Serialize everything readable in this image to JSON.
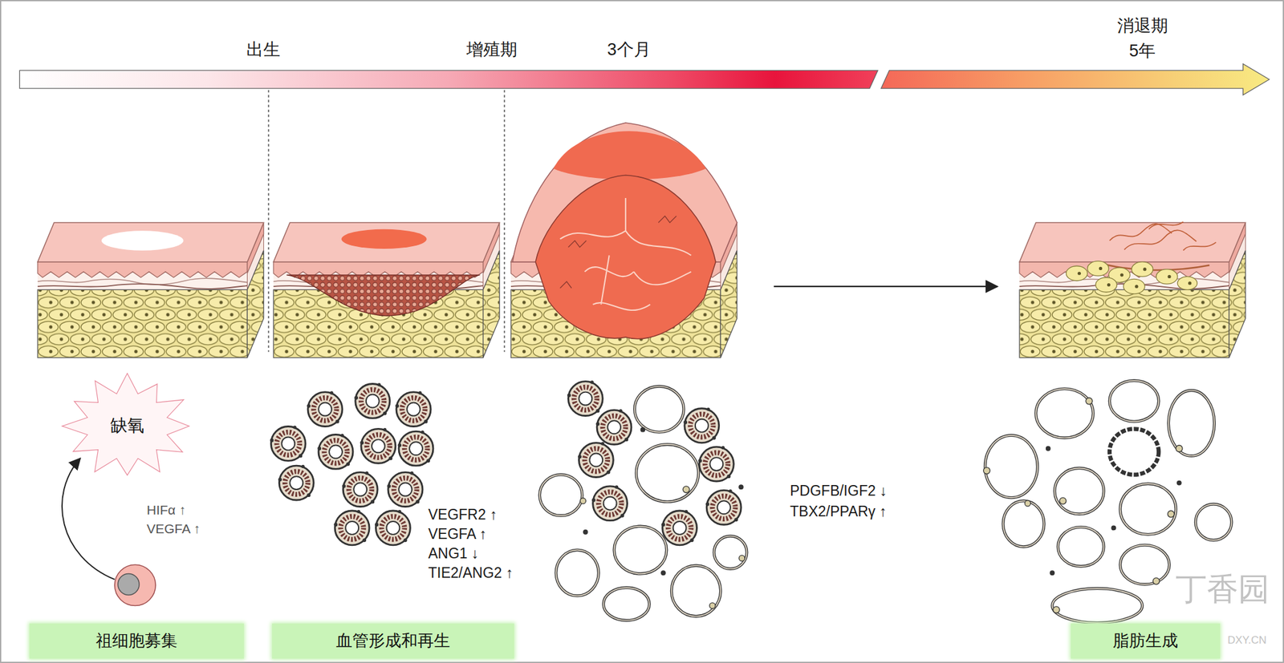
{
  "diagram": {
    "nodes": [
      {
        "text": [
          "缺氧"
        ]
      },
      {
        "text": [
          "祖细胞募集"
        ]
      },
      {
        "text": [
          "血管形成和再生"
        ]
      },
      {
        "text": [
          "脂肪生成"
        ]
      }
    ],
    "labels": [
      "出生",
      "增殖期",
      "3个月",
      "消退期",
      "5年",
      "HIFα ↑",
      "VEGFA ↑",
      "VEGFR2 ↑",
      "VEGFA ↑",
      "ANG1 ↓",
      "TIE2/ANG2 ↑",
      "PDGFB/IGF2 ↓",
      "TBX2/PPARγ ↑",
      "丁香园",
      "DXY.CN"
    ]
  }
}
